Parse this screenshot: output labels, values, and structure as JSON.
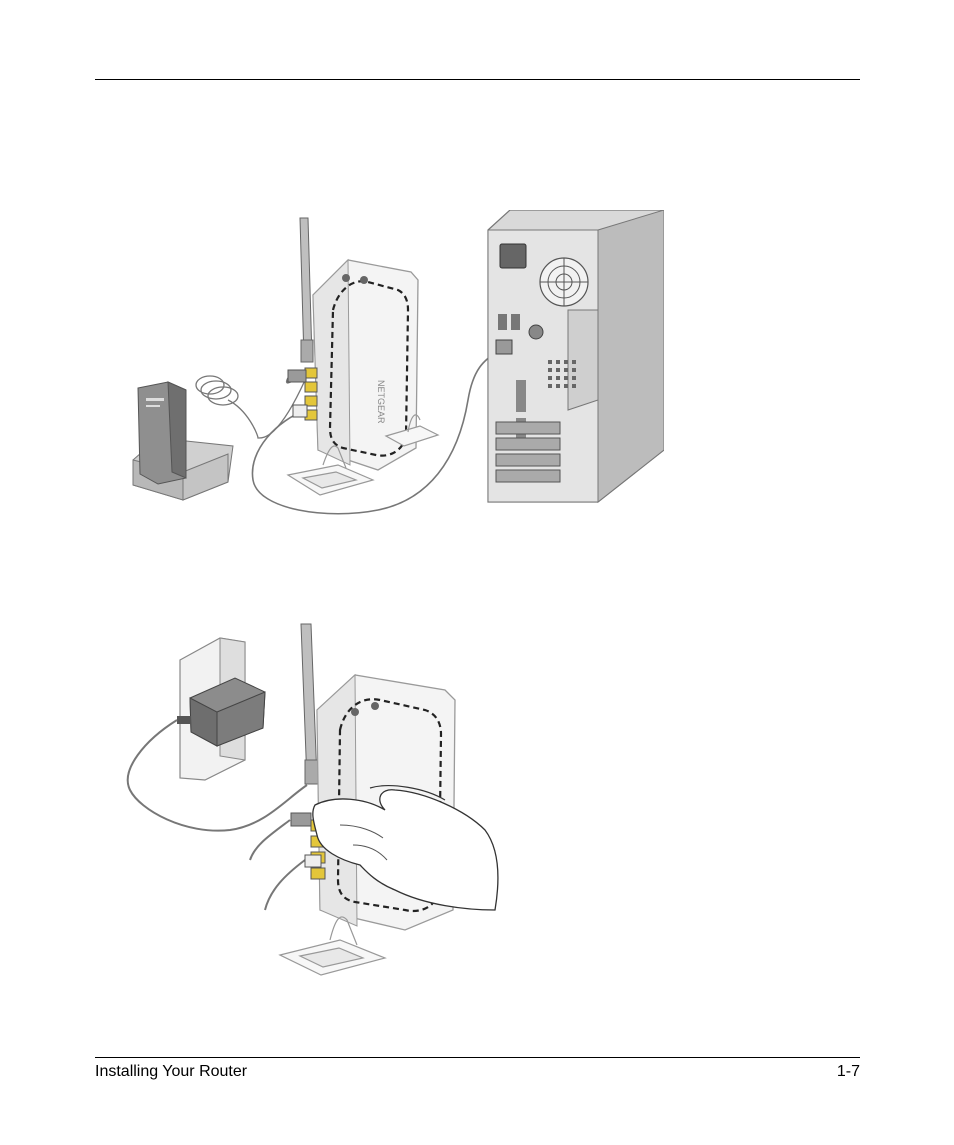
{
  "footer": {
    "section_title": "Installing Your Router",
    "page_number": "1-7"
  },
  "figures": [
    {
      "name": "modem-router-computer-connection"
    },
    {
      "name": "router-power-adapter-connection"
    }
  ],
  "colors": {
    "device_fill": "#f4f4f4",
    "device_stroke": "#9a9a9a",
    "port_yellow": "#e3c63a",
    "case_fill": "#d9d9d9",
    "case_side": "#bcbcbc"
  }
}
